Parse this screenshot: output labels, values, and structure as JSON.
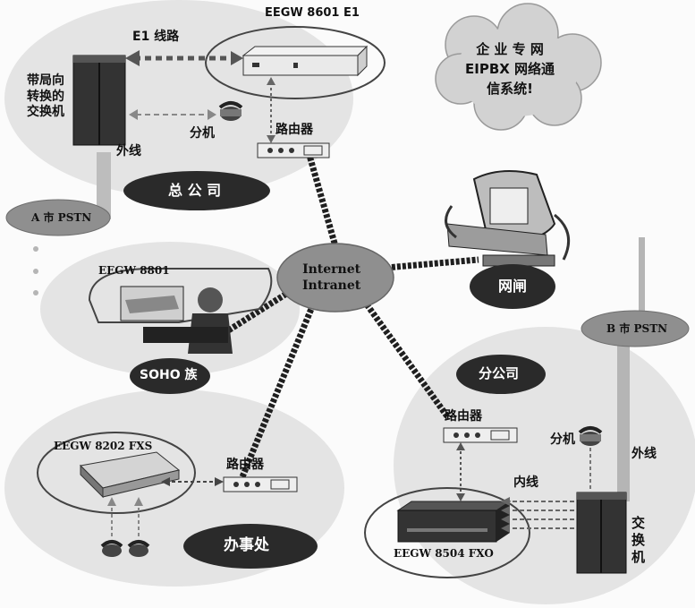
{
  "diagram": {
    "hq": {
      "exchange_label": "带局向\n转换的\n交换机",
      "e1_line": "E1 线路",
      "gateway": "EEGW 8601 E1",
      "extension": "分机",
      "router": "路由器",
      "outside_line": "外线",
      "name": "总  公  司"
    },
    "callout": "企 业 专 网\nEIPBX 网络通\n信系统!",
    "pstn_a": "A 市 PSTN",
    "pstn_b": "B 市 PSTN",
    "internet": "Internet\nIntranet",
    "gateway_server": "网闸",
    "soho": {
      "device": "EEGW 8801",
      "name": "SOHO 族"
    },
    "branch": {
      "name": "分公司",
      "router": "路由器",
      "extension": "分机",
      "outside_line": "外线",
      "inside_line": "内线",
      "exchange_label": "交\n换\n机",
      "gateway": "EEGW 8504 FXO"
    },
    "office": {
      "device": "EEGW 8202 FXS",
      "router": "路由器",
      "name": "办事处"
    }
  },
  "colors": {
    "background": "#fbfbfb",
    "bubble": "#e4e4e4",
    "dark_oval": "#2a2a2a",
    "ellipse_label": "#8f8f8f",
    "link": "#1f1f1f"
  }
}
